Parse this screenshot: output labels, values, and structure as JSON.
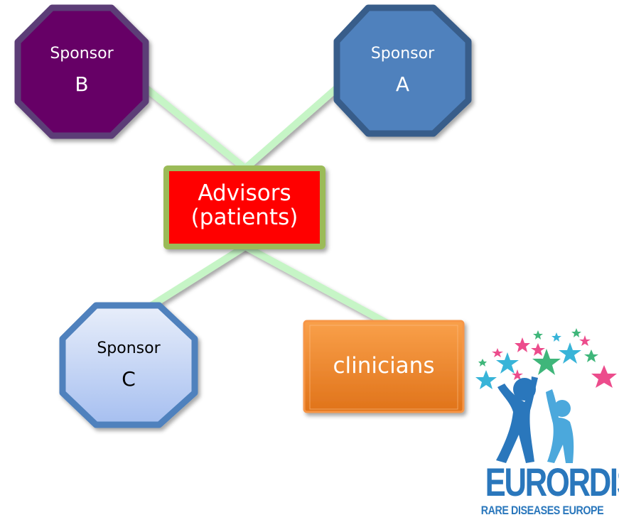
{
  "nodes": {
    "sponsor_b": {
      "line1": "Sponsor",
      "line2": "B",
      "fill": "#660066",
      "stroke": "#5b3e77",
      "text_color": "#ffffff"
    },
    "sponsor_a": {
      "line1": "Sponsor",
      "line2": "A",
      "fill": "#4f81bd",
      "stroke": "#385d8a",
      "text_color": "#ffffff"
    },
    "sponsor_c": {
      "line1": "Sponsor",
      "line2": "C",
      "fill_top": "#e8eefa",
      "fill_bottom": "#a6bff0",
      "stroke": "#4f81bd",
      "text_color": "#000000"
    },
    "advisors": {
      "line1": "Advisors",
      "line2": "(patients)",
      "fill": "#ff0000",
      "stroke": "#9bbb59",
      "text_color": "#ffffff"
    },
    "clinicians": {
      "label": "clinicians",
      "fill_top": "#f9a04a",
      "fill_bottom": "#e0731a",
      "text_color": "#ffffff"
    }
  },
  "connector_color": "#c6f5c6",
  "logo": {
    "wordmark": "EURORDIS",
    "tagline": "RARE DISEASES EUROPE",
    "colors": {
      "blue": "#2a77bc",
      "light_blue": "#4ba8dc",
      "pink": "#ec4c8c",
      "green": "#3fb67a",
      "cyan": "#38b4d8"
    }
  }
}
